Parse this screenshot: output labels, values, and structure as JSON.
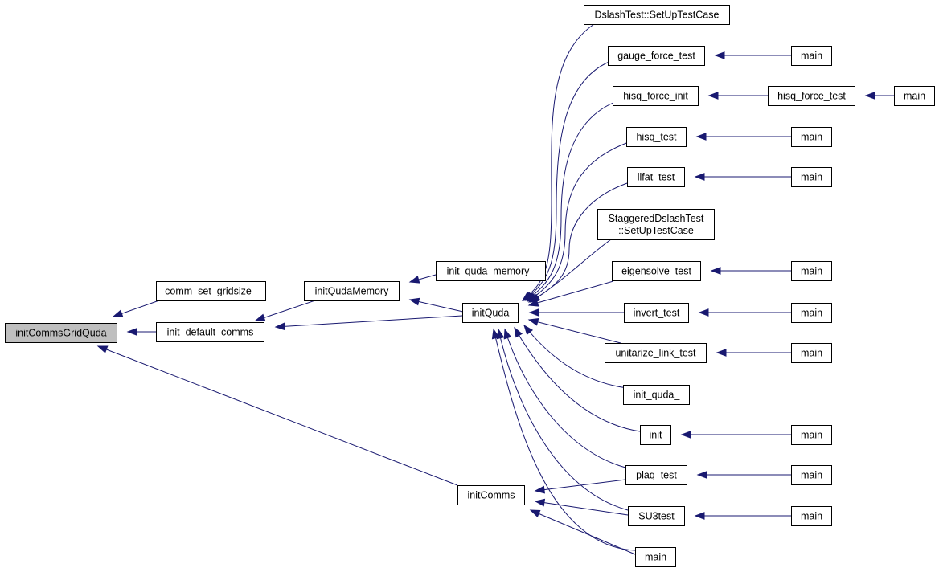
{
  "diagram": {
    "type": "call-graph",
    "nodes": [
      {
        "id": "initCommsGridQuda",
        "lines": [
          "initCommsGridQuda"
        ],
        "highlight": true
      },
      {
        "id": "comm_set_gridsize_",
        "lines": [
          "comm_set_gridsize_"
        ]
      },
      {
        "id": "init_default_comms",
        "lines": [
          "init_default_comms"
        ]
      },
      {
        "id": "initQudaMemory",
        "lines": [
          "initQudaMemory"
        ]
      },
      {
        "id": "init_quda_memory_",
        "lines": [
          "init_quda_memory_"
        ]
      },
      {
        "id": "initQuda",
        "lines": [
          "initQuda"
        ]
      },
      {
        "id": "initComms",
        "lines": [
          "initComms"
        ]
      },
      {
        "id": "DslashTest_SetUpTestCase",
        "lines": [
          "DslashTest::SetUpTestCase"
        ]
      },
      {
        "id": "gauge_force_test",
        "lines": [
          "gauge_force_test"
        ]
      },
      {
        "id": "hisq_force_init",
        "lines": [
          "hisq_force_init"
        ]
      },
      {
        "id": "hisq_test",
        "lines": [
          "hisq_test"
        ]
      },
      {
        "id": "llfat_test",
        "lines": [
          "llfat_test"
        ]
      },
      {
        "id": "StaggeredDslashTest",
        "lines": [
          "StaggeredDslashTest",
          "::SetUpTestCase"
        ]
      },
      {
        "id": "eigensolve_test",
        "lines": [
          "eigensolve_test"
        ]
      },
      {
        "id": "invert_test",
        "lines": [
          "invert_test"
        ]
      },
      {
        "id": "unitarize_link_test",
        "lines": [
          "unitarize_link_test"
        ]
      },
      {
        "id": "init_quda_",
        "lines": [
          "init_quda_"
        ]
      },
      {
        "id": "init",
        "lines": [
          "init"
        ]
      },
      {
        "id": "plaq_test",
        "lines": [
          "plaq_test"
        ]
      },
      {
        "id": "SU3test",
        "lines": [
          "SU3test"
        ]
      },
      {
        "id": "main_bottom",
        "lines": [
          "main"
        ]
      },
      {
        "id": "hisq_force_test",
        "lines": [
          "hisq_force_test"
        ]
      },
      {
        "id": "main_gauge",
        "lines": [
          "main"
        ]
      },
      {
        "id": "main_hisq_force",
        "lines": [
          "main"
        ]
      },
      {
        "id": "main_hisq",
        "lines": [
          "main"
        ]
      },
      {
        "id": "main_llfat",
        "lines": [
          "main"
        ]
      },
      {
        "id": "main_eigen",
        "lines": [
          "main"
        ]
      },
      {
        "id": "main_invert",
        "lines": [
          "main"
        ]
      },
      {
        "id": "main_unitarize",
        "lines": [
          "main"
        ]
      },
      {
        "id": "main_init",
        "lines": [
          "main"
        ]
      },
      {
        "id": "main_plaq",
        "lines": [
          "main"
        ]
      },
      {
        "id": "main_su3",
        "lines": [
          "main"
        ]
      }
    ],
    "edges": [
      {
        "from": "comm_set_gridsize_",
        "to": "initCommsGridQuda"
      },
      {
        "from": "init_default_comms",
        "to": "initCommsGridQuda"
      },
      {
        "from": "initComms",
        "to": "initCommsGridQuda"
      },
      {
        "from": "initQudaMemory",
        "to": "init_default_comms"
      },
      {
        "from": "initQuda",
        "to": "init_default_comms"
      },
      {
        "from": "init_quda_memory_",
        "to": "initQudaMemory"
      },
      {
        "from": "initQuda",
        "to": "initQudaMemory"
      },
      {
        "from": "DslashTest_SetUpTestCase",
        "to": "initQuda"
      },
      {
        "from": "gauge_force_test",
        "to": "initQuda"
      },
      {
        "from": "hisq_force_init",
        "to": "initQuda"
      },
      {
        "from": "hisq_test",
        "to": "initQuda"
      },
      {
        "from": "llfat_test",
        "to": "initQuda"
      },
      {
        "from": "StaggeredDslashTest",
        "to": "initQuda"
      },
      {
        "from": "eigensolve_test",
        "to": "initQuda"
      },
      {
        "from": "invert_test",
        "to": "initQuda"
      },
      {
        "from": "unitarize_link_test",
        "to": "initQuda"
      },
      {
        "from": "init_quda_",
        "to": "initQuda"
      },
      {
        "from": "init",
        "to": "initQuda"
      },
      {
        "from": "plaq_test",
        "to": "initQuda"
      },
      {
        "from": "SU3test",
        "to": "initQuda"
      },
      {
        "from": "main_bottom",
        "to": "initQuda"
      },
      {
        "from": "plaq_test",
        "to": "initComms"
      },
      {
        "from": "SU3test",
        "to": "initComms"
      },
      {
        "from": "main_bottom",
        "to": "initComms"
      },
      {
        "from": "main_gauge",
        "to": "gauge_force_test"
      },
      {
        "from": "hisq_force_test",
        "to": "hisq_force_init"
      },
      {
        "from": "main_hisq_force",
        "to": "hisq_force_test"
      },
      {
        "from": "main_hisq",
        "to": "hisq_test"
      },
      {
        "from": "main_llfat",
        "to": "llfat_test"
      },
      {
        "from": "main_eigen",
        "to": "eigensolve_test"
      },
      {
        "from": "main_invert",
        "to": "invert_test"
      },
      {
        "from": "main_unitarize",
        "to": "unitarize_link_test"
      },
      {
        "from": "main_init",
        "to": "init"
      },
      {
        "from": "main_plaq",
        "to": "plaq_test"
      },
      {
        "from": "main_su3",
        "to": "SU3test"
      }
    ],
    "colors": {
      "edge": "#191970",
      "root_fill": "#bfbfbf",
      "node_fill": "#ffffff",
      "node_border": "#000000"
    }
  }
}
